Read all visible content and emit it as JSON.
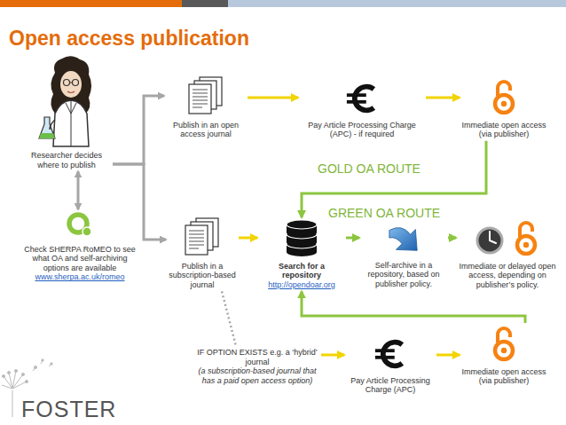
{
  "diagram": {
    "title": "Open access publication",
    "nodes": [
      {
        "text": [
          "Researcher decides where to publish"
        ]
      },
      {
        "text": [
          "Check SHERPA RoMEO to see what OA and self-archiving options are available",
          "www.sherpa.ac.uk/romeo"
        ]
      },
      {
        "text": [
          "Publish in an open access journal"
        ]
      },
      {
        "text": [
          "Pay Article Processing Charge (APC) - if required"
        ]
      },
      {
        "text": [
          "Immediate open access (via publisher)"
        ]
      },
      {
        "text": [
          "Publish in a subscription-based journal"
        ]
      },
      {
        "text": [
          "Search for a repository",
          "http://opendoar.org"
        ]
      },
      {
        "text": [
          "Self-archive in a repository, based on publisher policy."
        ]
      },
      {
        "text": [
          "Immediate or delayed open access, depending on publisher’s policy."
        ]
      },
      {
        "text": [
          "IF OPTION EXISTS e.g. a ‘hybrid’ journal",
          "(a subscription-based journal that has a paid open access option)"
        ]
      },
      {
        "text": [
          "Pay Article Processing Charge (APC)"
        ]
      },
      {
        "text": [
          "Immediate open access (via publisher)"
        ]
      }
    ],
    "edges": [
      {
        "from": 0,
        "to": 2,
        "arrow": "to"
      },
      {
        "from": 0,
        "to": 5,
        "arrow": "to"
      },
      {
        "from": 0,
        "to": 1,
        "arrow": "both"
      },
      {
        "from": 2,
        "to": 3,
        "arrow": "to"
      },
      {
        "from": 3,
        "to": 4,
        "arrow": "to"
      },
      {
        "from": 4,
        "to": 6,
        "arrow": "to"
      },
      {
        "from": 5,
        "to": 6,
        "arrow": "to"
      },
      {
        "from": 6,
        "to": 7,
        "arrow": "to"
      },
      {
        "from": 7,
        "to": 8,
        "arrow": "to"
      },
      {
        "from": 5,
        "to": 9,
        "arrow": "none"
      },
      {
        "from": 9,
        "to": 10,
        "arrow": "to"
      },
      {
        "from": 10,
        "to": 11,
        "arrow": "to"
      },
      {
        "from": 11,
        "to": 6,
        "arrow": "to"
      }
    ],
    "labels": [
      "GOLD OA ROUTE",
      "GREEN OA ROUTE",
      "FOSTER"
    ]
  }
}
